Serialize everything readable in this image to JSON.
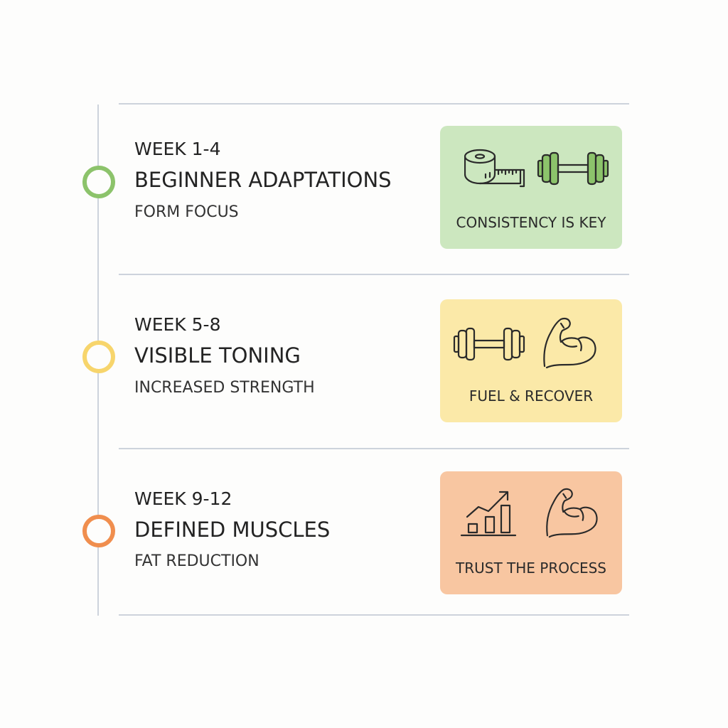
{
  "stages": [
    {
      "week": "WEEK 1-4",
      "title": "BEGINNER ADAPTATIONS",
      "subtitle": "FORM FOCUS",
      "card_label": "CONSISTENCY IS KEY",
      "icons": [
        "measuring-tape-icon",
        "dumbbell-icon"
      ],
      "dot_color": "#8cc36b",
      "card_color": "#cce7bf"
    },
    {
      "week": "WEEK 5-8",
      "title": "VISIBLE TONING",
      "subtitle": "INCREASED STRENGTH",
      "card_label": "FUEL & RECOVER",
      "icons": [
        "dumbbell-icon",
        "flexed-bicep-icon"
      ],
      "dot_color": "#f7d56c",
      "card_color": "#fbe9a8"
    },
    {
      "week": "WEEK 9-12",
      "title": "DEFINED MUSCLES",
      "subtitle": "FAT REDUCTION",
      "card_label": "TRUST THE PROCESS",
      "icons": [
        "growth-chart-icon",
        "flexed-bicep-icon"
      ],
      "dot_color": "#f08e4e",
      "card_color": "#f8c6a1"
    }
  ]
}
